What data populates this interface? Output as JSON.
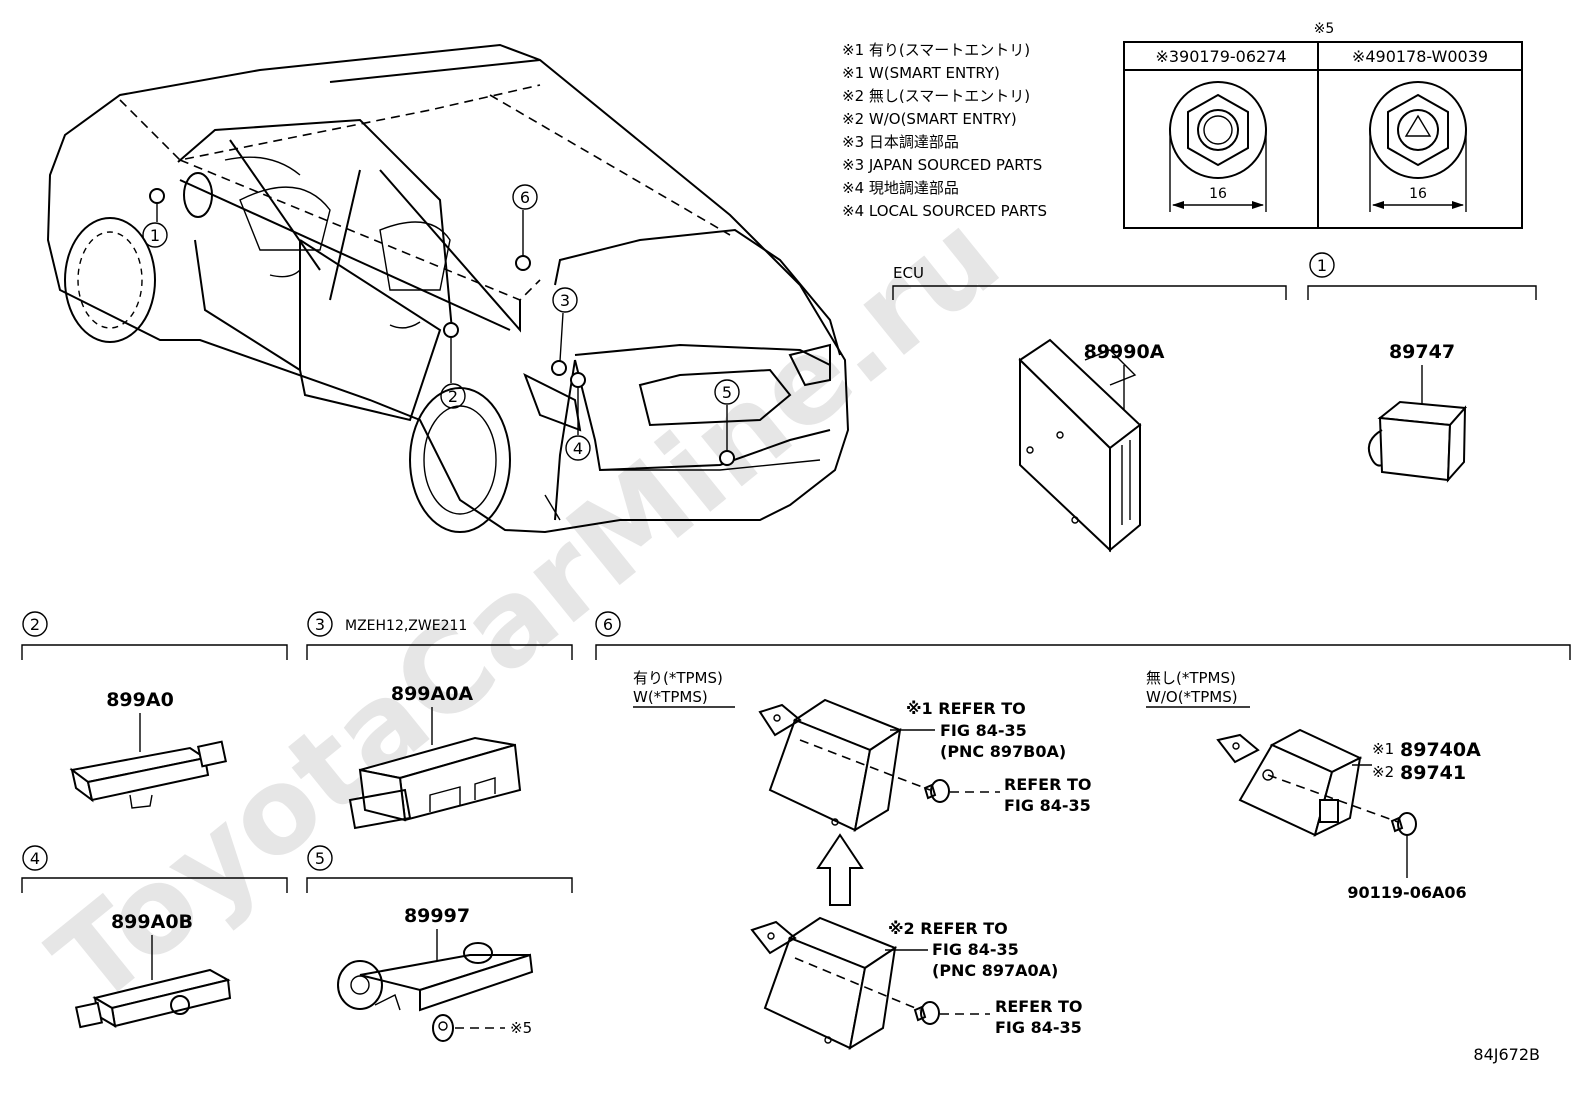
{
  "watermark": "ToyotaCarMine.ru",
  "figure_code": "84J672B",
  "notes": [
    "※1 有り(スマートエントリ)",
    "※1 W(SMART ENTRY)",
    "※2 無し(スマートエントリ)",
    "※2 W/O(SMART ENTRY)",
    "※3 日本調達部品",
    "※3 JAPAN SOURCED PARTS",
    "※4 現地調達部品",
    "※4 LOCAL SOURCED PARTS"
  ],
  "nut_table": {
    "title": "※5",
    "col1": "※390179-06274",
    "col2": "※490178-W0039",
    "dim1": "16",
    "dim2": "16"
  },
  "callouts": [
    "1",
    "2",
    "3",
    "4",
    "5",
    "6"
  ],
  "ecu": {
    "label": "ECU",
    "part": "89990A"
  },
  "sec1": {
    "num": "1",
    "part": "89747"
  },
  "sec2": {
    "num": "2",
    "part": "899A0"
  },
  "sec3": {
    "num": "3",
    "note": "MZEH12,ZWE211",
    "part": "899A0A"
  },
  "sec4": {
    "num": "4",
    "part": "899A0B"
  },
  "sec5": {
    "num": "5",
    "part": "89997",
    "note": "※5"
  },
  "sec6": {
    "num": "6",
    "left_jp": "有り(*TPMS)",
    "left_en": "W(*TPMS)",
    "right_jp": "無し(*TPMS)",
    "right_en": "W/O(*TPMS)",
    "ref_a1": "※1 REFER TO",
    "ref_a2": "FIG 84-35",
    "ref_a3": "(PNC 897B0A)",
    "ref_b1": "REFER TO",
    "ref_b2": "FIG 84-35",
    "ref_c1": "※2  REFER TO",
    "ref_c2": "FIG 84-35",
    "ref_c3": "(PNC 897A0A)",
    "ref_d1": "REFER TO",
    "ref_d2": "FIG 84-35",
    "part_a_mark": "※1",
    "part_a": "89740A",
    "part_b_mark": "※2",
    "part_b": "89741",
    "bolt": "90119-06A06"
  }
}
